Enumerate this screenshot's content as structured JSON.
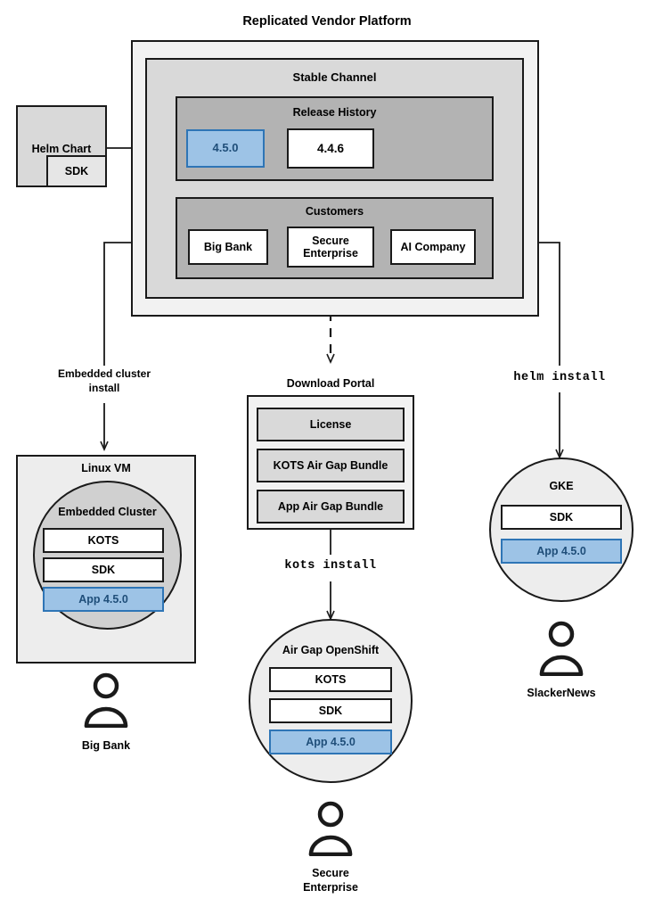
{
  "title": "Replicated Vendor Platform",
  "platform": {
    "channel_label": "Stable Channel",
    "release_history": {
      "label": "Release History",
      "releases": [
        {
          "version": "4.5.0",
          "highlighted": true
        },
        {
          "version": "4.4.6",
          "highlighted": false
        }
      ]
    },
    "customers": {
      "label": "Customers",
      "items": [
        {
          "name": "Big Bank"
        },
        {
          "name": "Secure\nEnterprise"
        },
        {
          "name": "AI Company"
        }
      ]
    }
  },
  "helm_chart": {
    "label": "Helm Chart",
    "sdk_label": "SDK"
  },
  "edges": {
    "embedded_cluster_install": "Embedded cluster\ninstall",
    "kots_install": "kots install",
    "helm_install": "helm install"
  },
  "download_portal": {
    "label": "Download Portal",
    "artifacts": [
      "License",
      "KOTS Air Gap Bundle",
      "App Air Gap Bundle"
    ]
  },
  "targets": {
    "linux_vm": {
      "label": "Linux VM",
      "cluster_label": "Embedded Cluster",
      "components": [
        {
          "label": "KOTS",
          "style": "white"
        },
        {
          "label": "SDK",
          "style": "white"
        },
        {
          "label": "App 4.5.0",
          "style": "blue"
        }
      ],
      "user": "Big Bank"
    },
    "airgap_openshift": {
      "label": "Air Gap OpenShift",
      "components": [
        {
          "label": "KOTS",
          "style": "white"
        },
        {
          "label": "SDK",
          "style": "white"
        },
        {
          "label": "App 4.5.0",
          "style": "blue"
        }
      ],
      "user": "Secure\nEnterprise"
    },
    "gke": {
      "label": "GKE",
      "components": [
        {
          "label": "SDK",
          "style": "white"
        },
        {
          "label": "App 4.5.0",
          "style": "blue"
        }
      ],
      "user": "SlackerNews"
    }
  },
  "colors": {
    "accent_blue_fill": "#9dc3e6",
    "accent_blue_border": "#2e75b6",
    "accent_blue_text": "#1f4e79",
    "stroke": "#1a1a1a",
    "frame_outer": "#f2f2f2",
    "frame_mid": "#d9d9d9",
    "frame_inner": "#b3b3b3"
  },
  "icons": {
    "person": "person-icon",
    "arrow": "arrow-head-icon"
  }
}
